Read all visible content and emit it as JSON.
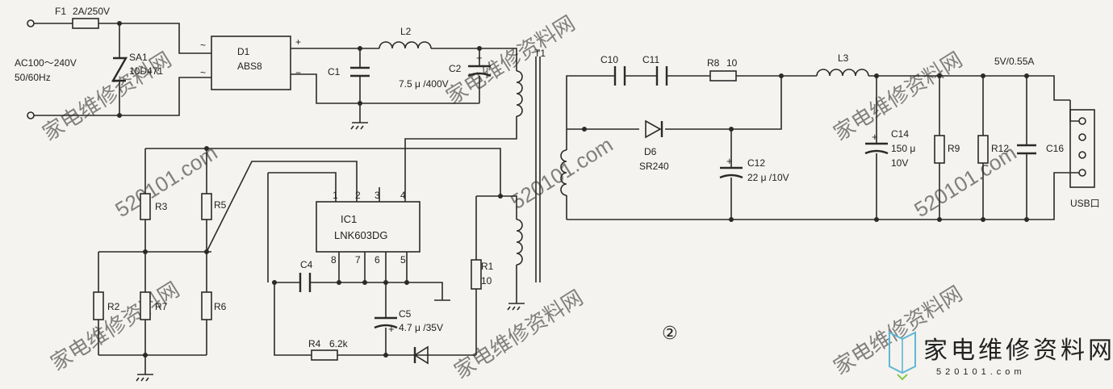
{
  "labels": {
    "F1": "F1",
    "F1_value": "2A/250V",
    "input": "AC100～240V",
    "freq": "50/60Hz",
    "SA1": "SA1",
    "SA1_value": "10D471",
    "D1": "D1",
    "D1_value": "ABS8",
    "plus": "+",
    "minus": "−",
    "tilde": "~",
    "L2": "L2",
    "C1": "C1",
    "C2": "C2",
    "C2_value": "7.5 μ /400V",
    "T1": "T1",
    "R3": "R3",
    "R5": "R5",
    "R2": "R2",
    "R7": "R7",
    "R6": "R6",
    "IC1": "IC1",
    "IC1_value": "LNK603DG",
    "pin1": "1",
    "pin2": "2",
    "pin3": "3",
    "pin4": "4",
    "pin8": "8",
    "pin7": "7",
    "pin6": "6",
    "pin5": "5",
    "C4": "C4",
    "C5": "C5",
    "C5_value": "4.7 μ /35V",
    "R4": "R4",
    "R4_value": "6.2k",
    "R1": "R1",
    "R1_value": "10",
    "C10": "C10",
    "C11": "C11",
    "R8": "R8",
    "R8_value": "10",
    "L3": "L3",
    "output": "5V/0.55A",
    "D6": "D6",
    "D6_value": "SR240",
    "C12": "C12",
    "C12_value": "22 μ /10V",
    "C14": "C14",
    "C14_value1": "150 μ",
    "C14_value2": "10V",
    "R9": "R9",
    "R12": "R12",
    "C16": "C16",
    "usb": "USB口",
    "figure_no": "②"
  },
  "watermark": {
    "text": "家电维修资料网",
    "url": "520101.com",
    "logo_cn": "家电维修资料网",
    "logo_url": "520101.com",
    "logo_color": "#5fb7d6"
  }
}
